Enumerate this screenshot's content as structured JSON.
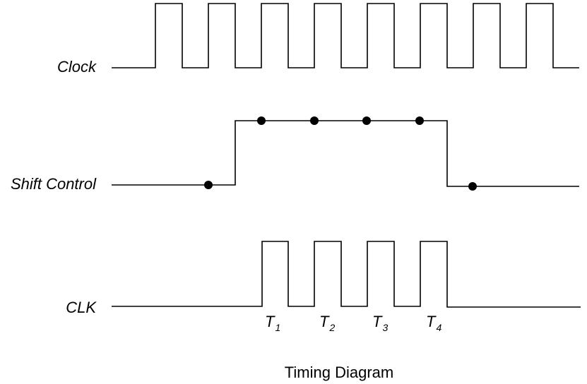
{
  "signals": {
    "clock": {
      "label": "Clock"
    },
    "shift_control": {
      "label": "Shift Control"
    },
    "clk": {
      "label": "CLK"
    }
  },
  "pulses": [
    {
      "letter": "T",
      "sub": "1"
    },
    {
      "letter": "T",
      "sub": "2"
    },
    {
      "letter": "T",
      "sub": "3"
    },
    {
      "letter": "T",
      "sub": "4"
    }
  ],
  "caption": "Timing Diagram"
}
